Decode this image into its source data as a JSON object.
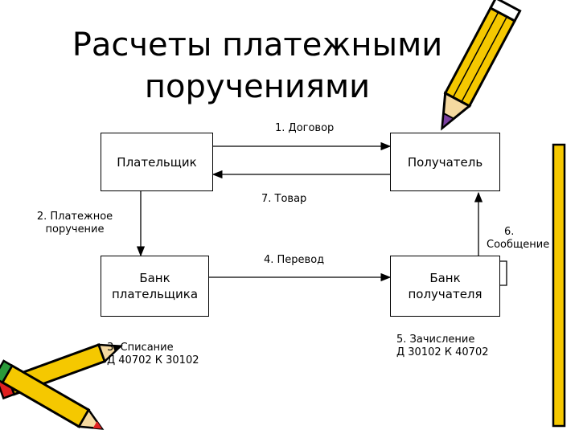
{
  "title": {
    "line1": "Расчеты платежными",
    "line2": "поручениями"
  },
  "nodes": {
    "payer": "Плательщик",
    "recipient": "Получатель",
    "payer_bank": {
      "line1": "Банк",
      "line2": "плательщика"
    },
    "recipient_bank": {
      "line1": "Банк",
      "line2": "получателя"
    }
  },
  "labels": {
    "contract": "1. Договор",
    "payment_order": {
      "line1": "2. Платежное",
      "line2": "поручение"
    },
    "debit": {
      "line1": "3. Списание",
      "line2": "Д 40702 К 30102"
    },
    "transfer": "4. Перевод",
    "credit": {
      "line1": "5. Зачисление",
      "line2": "Д 30102 К 40702"
    },
    "message": {
      "line1": "6.",
      "line2": "Сообщение"
    },
    "goods": "7. Товар"
  },
  "colors": {
    "pencil_body": "#f5c800",
    "pencil_outline": "#000000",
    "pencil_tip": "#7a3fa0",
    "marker_red": "#e02020",
    "marker_green": "#2a9a3a"
  },
  "icons": [
    "pencil-icon",
    "crossed-pencils-icon"
  ]
}
